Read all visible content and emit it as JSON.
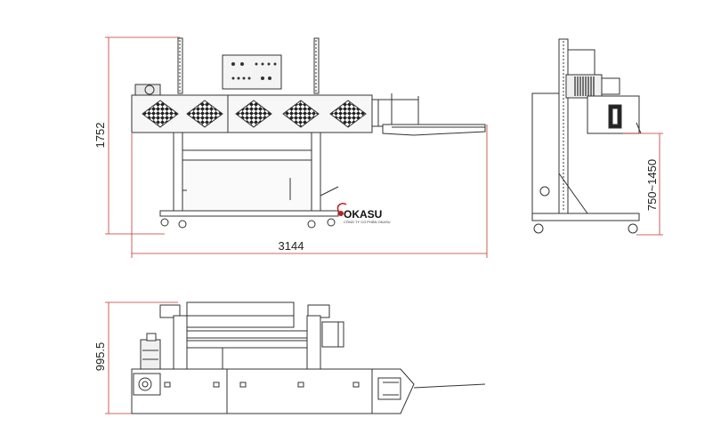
{
  "dimensions": {
    "height": "1752",
    "length": "3144",
    "work_height": "750~1450",
    "width": "995.5"
  },
  "watermark": {
    "brand": "OKASU",
    "tagline": "CÔNG TY CỔ PHẦN OKASU"
  },
  "colors": {
    "line": "#333333",
    "dimension": "#c0392b",
    "panel": "#f4f4f4"
  }
}
